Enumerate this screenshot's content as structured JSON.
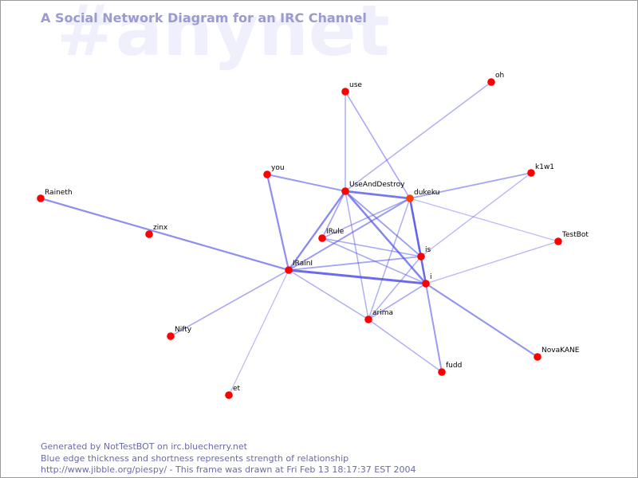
{
  "watermark": "#anynet",
  "title": "A Social Network Diagram for an IRC Channel",
  "colors": {
    "node": "#ff0000",
    "node_hub": "#ff4000",
    "edge": "#5050e6",
    "title": "#9b9bcf",
    "footer": "#6a6aa8"
  },
  "nodes": [
    {
      "id": "use",
      "label": "use"
    },
    {
      "id": "oh",
      "label": "oh"
    },
    {
      "id": "you",
      "label": "you"
    },
    {
      "id": "UseAndDestroy",
      "label": "UseAndDestroy"
    },
    {
      "id": "dukeku",
      "label": "dukeku"
    },
    {
      "id": "k1w1",
      "label": "k1w1"
    },
    {
      "id": "Raineth",
      "label": "Raineth"
    },
    {
      "id": "zinx",
      "label": "zinx"
    },
    {
      "id": "IRule",
      "label": "IRule"
    },
    {
      "id": "TestBot",
      "label": "TestBot"
    },
    {
      "id": "is",
      "label": "is"
    },
    {
      "id": "IRainI",
      "label": "IRainI"
    },
    {
      "id": "i",
      "label": "i"
    },
    {
      "id": "arima",
      "label": "arima"
    },
    {
      "id": "Nifty",
      "label": "Nifty"
    },
    {
      "id": "NovaKANE",
      "label": "NovaKANE"
    },
    {
      "id": "fudd",
      "label": "fudd"
    },
    {
      "id": "et",
      "label": "et"
    }
  ],
  "edges": [
    {
      "source": "IRainI",
      "target": "i",
      "strength": 0.9
    },
    {
      "source": "UseAndDestroy",
      "target": "dukeku",
      "strength": 0.8
    },
    {
      "source": "dukeku",
      "target": "i",
      "strength": 0.75
    },
    {
      "source": "UseAndDestroy",
      "target": "i",
      "strength": 0.7
    },
    {
      "source": "IRainI",
      "target": "UseAndDestroy",
      "strength": 0.65
    },
    {
      "source": "Raineth",
      "target": "IRainI",
      "strength": 0.6
    },
    {
      "source": "you",
      "target": "IRainI",
      "strength": 0.6
    },
    {
      "source": "you",
      "target": "UseAndDestroy",
      "strength": 0.5
    },
    {
      "source": "i",
      "target": "NovaKANE",
      "strength": 0.55
    },
    {
      "source": "i",
      "target": "fudd",
      "strength": 0.5
    },
    {
      "source": "dukeku",
      "target": "is",
      "strength": 0.55
    },
    {
      "source": "IRainI",
      "target": "dukeku",
      "strength": 0.5
    },
    {
      "source": "dukeku",
      "target": "k1w1",
      "strength": 0.4
    },
    {
      "source": "use",
      "target": "dukeku",
      "strength": 0.35
    },
    {
      "source": "use",
      "target": "UseAndDestroy",
      "strength": 0.3
    },
    {
      "source": "oh",
      "target": "UseAndDestroy",
      "strength": 0.3
    },
    {
      "source": "IRule",
      "target": "UseAndDestroy",
      "strength": 0.4
    },
    {
      "source": "IRule",
      "target": "dukeku",
      "strength": 0.35
    },
    {
      "source": "IRule",
      "target": "is",
      "strength": 0.35
    },
    {
      "source": "IRule",
      "target": "i",
      "strength": 0.35
    },
    {
      "source": "IRainI",
      "target": "is",
      "strength": 0.4
    },
    {
      "source": "UseAndDestroy",
      "target": "is",
      "strength": 0.45
    },
    {
      "source": "arima",
      "target": "i",
      "strength": 0.35
    },
    {
      "source": "arima",
      "target": "is",
      "strength": 0.3
    },
    {
      "source": "arima",
      "target": "UseAndDestroy",
      "strength": 0.3
    },
    {
      "source": "arima",
      "target": "dukeku",
      "strength": 0.3
    },
    {
      "source": "arima",
      "target": "fudd",
      "strength": 0.3
    },
    {
      "source": "IRainI",
      "target": "arima",
      "strength": 0.3
    },
    {
      "source": "IRainI",
      "target": "Nifty",
      "strength": 0.35
    },
    {
      "source": "IRainI",
      "target": "et",
      "strength": 0.2
    },
    {
      "source": "dukeku",
      "target": "TestBot",
      "strength": 0.2
    },
    {
      "source": "i",
      "target": "TestBot",
      "strength": 0.25
    },
    {
      "source": "is",
      "target": "k1w1",
      "strength": 0.25
    },
    {
      "source": "is",
      "target": "i",
      "strength": 0.4
    }
  ],
  "footer": {
    "line1": "Generated by NotTestBOT on irc.bluecherry.net",
    "line2": "Blue edge thickness and shortness represents strength of relationship",
    "line3": "http://www.jibble.org/piespy/ - This frame was drawn at Fri Feb 13 18:17:37 EST 2004"
  }
}
